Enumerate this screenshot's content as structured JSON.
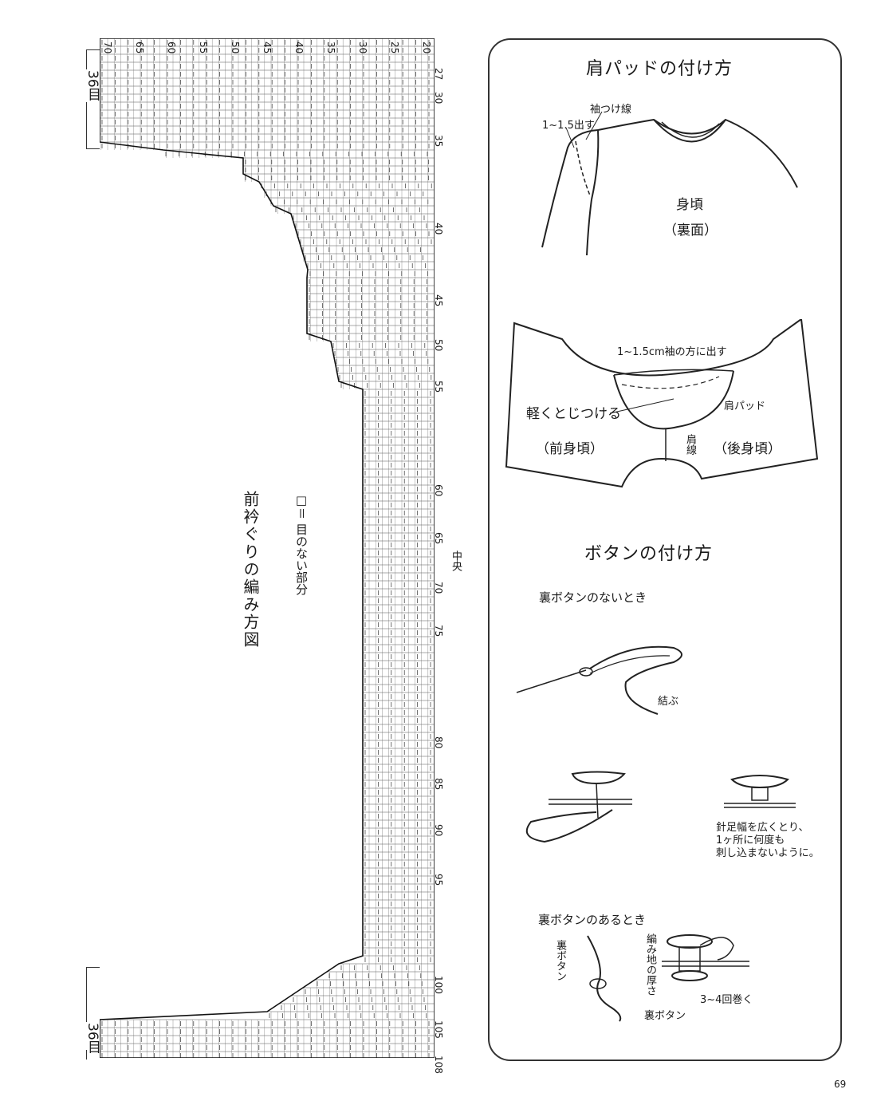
{
  "chart": {
    "title": "前衿ぐりの編み方図",
    "legend": "□＝ 目のない部分",
    "center_label": "中央",
    "stitch_top": "36目",
    "stitch_bottom": "36目",
    "col_labels": [
      "70",
      "65",
      "60",
      "55",
      "50",
      "45",
      "40",
      "35",
      "30",
      "25",
      "20"
    ],
    "row_labels": [
      "27",
      "30",
      "35",
      "40",
      "45",
      "50",
      "55",
      "60",
      "65",
      "70",
      "75",
      "80",
      "85",
      "90",
      "95",
      "100",
      "105",
      "108"
    ]
  },
  "shoulder": {
    "heading": "肩パッドの付け方",
    "sleeve_line": "袖つけ線",
    "offset": "1~1.5出す",
    "body": "身頃",
    "reverse": "（裏面）",
    "offset2": "1~1.5cm袖の方に出す",
    "pad": "肩パッド",
    "tack": "軽くとじつける",
    "front": "（前身頃）",
    "shoulder_line": "肩線",
    "back": "（後身頃）"
  },
  "button": {
    "heading": "ボタンの付け方",
    "no_back": "裏ボタンのないとき",
    "tie": "結ぶ",
    "note1": "針足幅を広くとり、",
    "note2": "1ヶ所に何度も",
    "note3": "刺し込まないように。",
    "with_back": "裏ボタンのあるとき",
    "back_button_v": "裏ボタン",
    "thickness": "編み地の厚さ",
    "wrap": "3~4回巻く",
    "back_button": "裏ボタン"
  },
  "page_number": "69"
}
